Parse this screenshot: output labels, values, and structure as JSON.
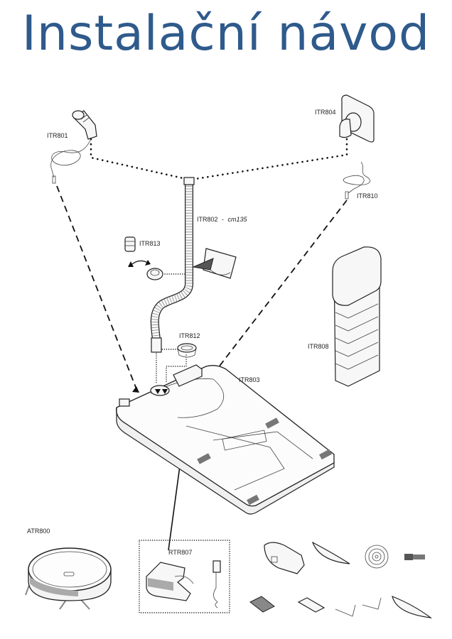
{
  "header": {
    "title": "Instalační návod"
  },
  "colors": {
    "title": "#2f5a8c",
    "line_art": "#222222",
    "background": "#ffffff"
  },
  "parts": {
    "itr801": {
      "code": "ITR801"
    },
    "itr804": {
      "code": "ITR804"
    },
    "itr810": {
      "code": "ITR810"
    },
    "itr802": {
      "code": "ITR802",
      "separator": "-",
      "length": "cm135"
    },
    "itr813": {
      "code": "ITR813"
    },
    "itr812": {
      "code": "ITR812"
    },
    "itr803": {
      "code": "ITR803"
    },
    "itr808": {
      "code": "ITR808"
    },
    "atr800": {
      "code": "ATR800"
    },
    "rtr807": {
      "code": "RTR807"
    }
  },
  "accessories": [
    {
      "name": "dust-bin-icon"
    },
    {
      "name": "mop-pad-icon"
    },
    {
      "name": "coiled-tube-icon"
    },
    {
      "name": "cleaning-brush-icon"
    },
    {
      "name": "filter-icon"
    },
    {
      "name": "filter-cover-icon"
    },
    {
      "name": "side-brush-icon"
    },
    {
      "name": "side-brush-icon"
    },
    {
      "name": "mop-pad-icon"
    }
  ]
}
